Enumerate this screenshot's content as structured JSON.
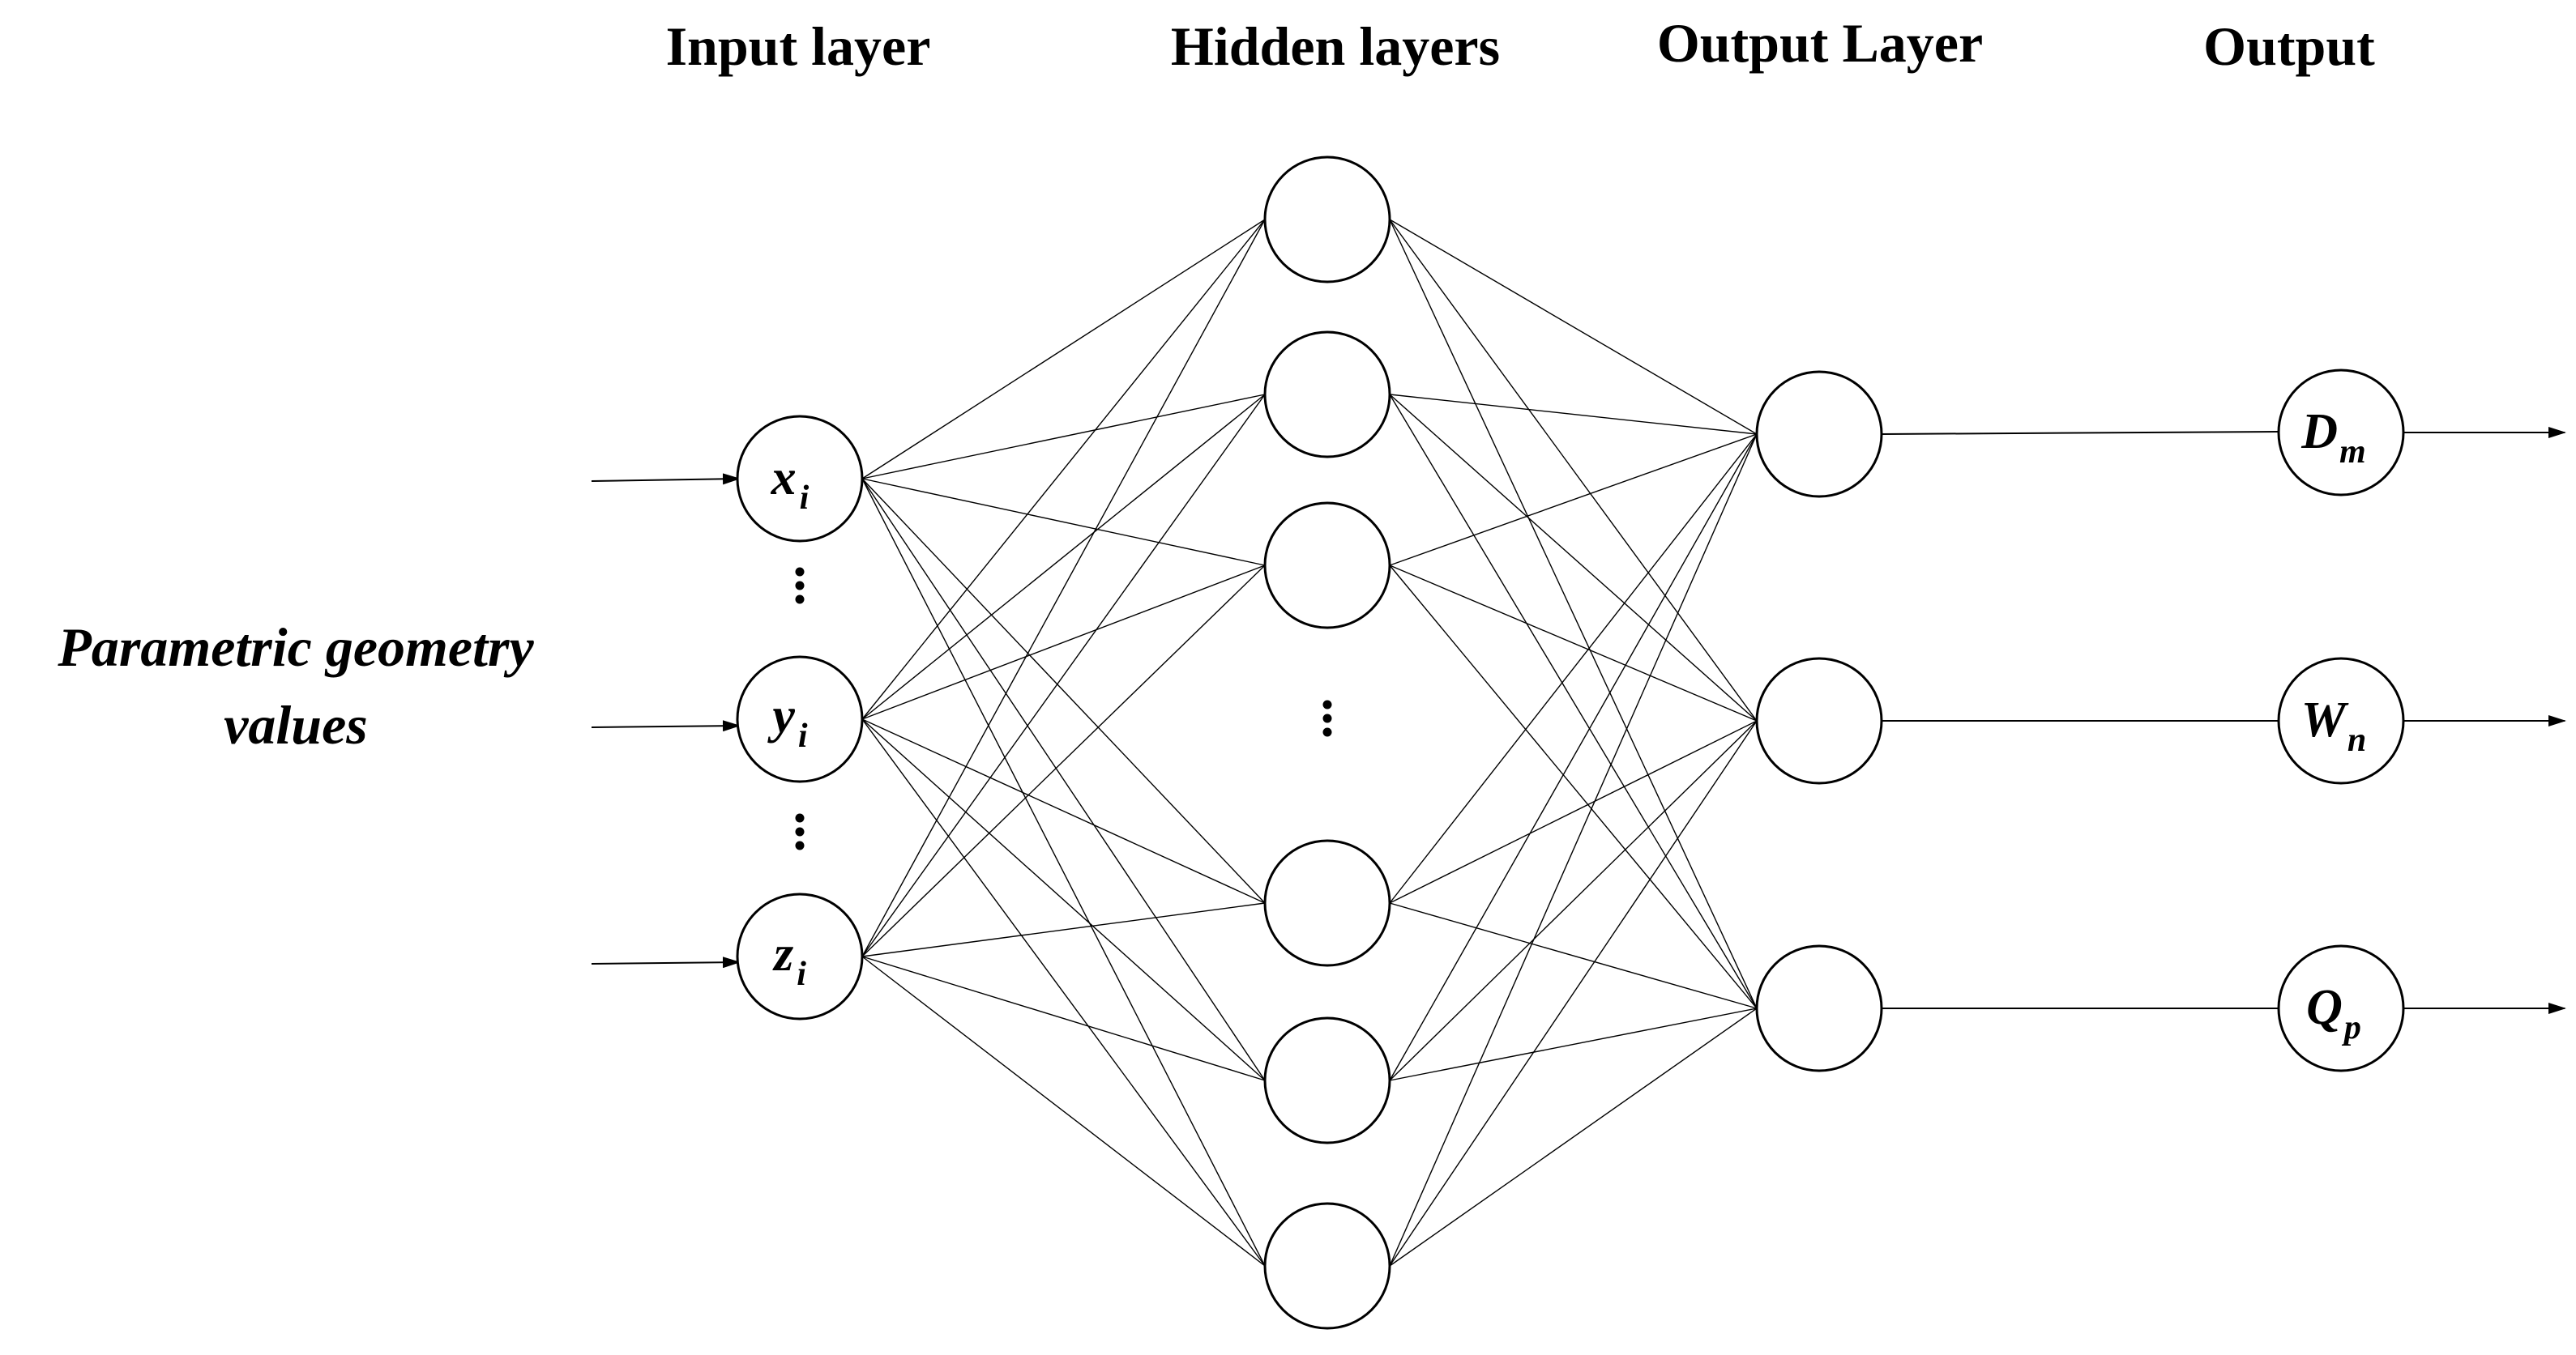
{
  "headers": {
    "input": "Input layer",
    "hidden": "Hidden layers",
    "output_layer": "Output Layer",
    "output": "Output"
  },
  "side_label": {
    "line1": "Parametric geometry",
    "line2": "values"
  },
  "inputs": [
    {
      "symbol": "x",
      "sub": "i"
    },
    {
      "symbol": "y",
      "sub": "i"
    },
    {
      "symbol": "z",
      "sub": "i"
    }
  ],
  "outputs": [
    {
      "symbol": "D",
      "sub": "m"
    },
    {
      "symbol": "W",
      "sub": "n"
    },
    {
      "symbol": "Q",
      "sub": "p"
    }
  ],
  "ellipsis": "⋮"
}
